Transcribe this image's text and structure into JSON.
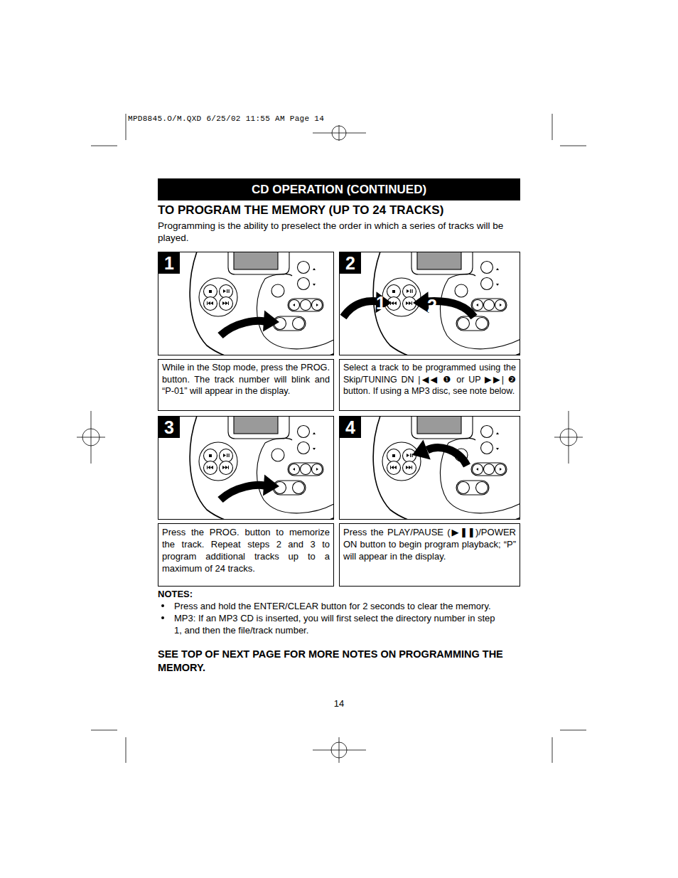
{
  "diagram": {
    "title": "TO PROGRAM THE MEMORY (UP TO 24 TRACKS)",
    "nodes": [
      {
        "text": [
          "CD OPERATION (CONTINUED)"
        ]
      },
      {
        "text": [
          "1"
        ]
      },
      {
        "text": [
          "2"
        ]
      },
      {
        "text": [
          "While in the Stop mode, press the PROG. button. The track number will blink and “P-01” will appear in the display."
        ]
      },
      {
        "text": [
          "Select a track to be programmed using the Skip/TUNING DN |◀◀ ❶ or UP ▶▶| ❷ button. If using a MP3 disc, see note below."
        ]
      },
      {
        "text": [
          "3"
        ]
      },
      {
        "text": [
          "4"
        ]
      },
      {
        "text": [
          "Press the PROG. button to memorize the track. Repeat steps 2 and 3 to program additional tracks up to a maximum of 24 tracks."
        ]
      },
      {
        "text": [
          "Press the PLAY/PAUSE (▶❚❚)/POWER ON button to begin program playback; “P” will appear in the display."
        ]
      }
    ],
    "labels": [
      "MPD8845.O/M.QXD 6/25/02 11:55 AM Page 14",
      "Programming is the ability to preselect the order in which a series of tracks will be played.",
      "1",
      "2",
      "NOTES:",
      "Press and hold the ENTER/CLEAR button for 2 seconds to clear the memory.",
      "MP3: If an MP3 CD is inserted, you will first select the directory number in step 1, and then the file/track number.",
      "SEE TOP OF NEXT PAGE FOR MORE NOTES ON PROGRAMMING THE MEMORY.",
      "14"
    ]
  }
}
